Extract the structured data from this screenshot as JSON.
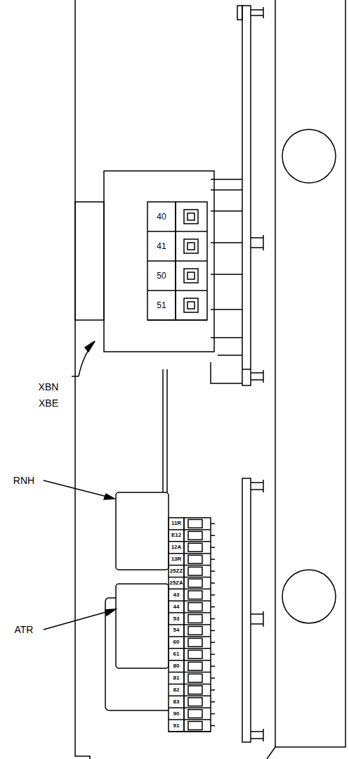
{
  "diagram": {
    "labels": [
      "40",
      "41",
      "50",
      "51",
      "XBN",
      "XBE",
      "RNH",
      "ATR",
      "11R",
      "E12",
      "12A",
      "13R",
      "25ZZ",
      "25ZA",
      "43",
      "44",
      "53",
      "54",
      "60",
      "61",
      "80",
      "81",
      "82",
      "83",
      "90",
      "91"
    ]
  }
}
